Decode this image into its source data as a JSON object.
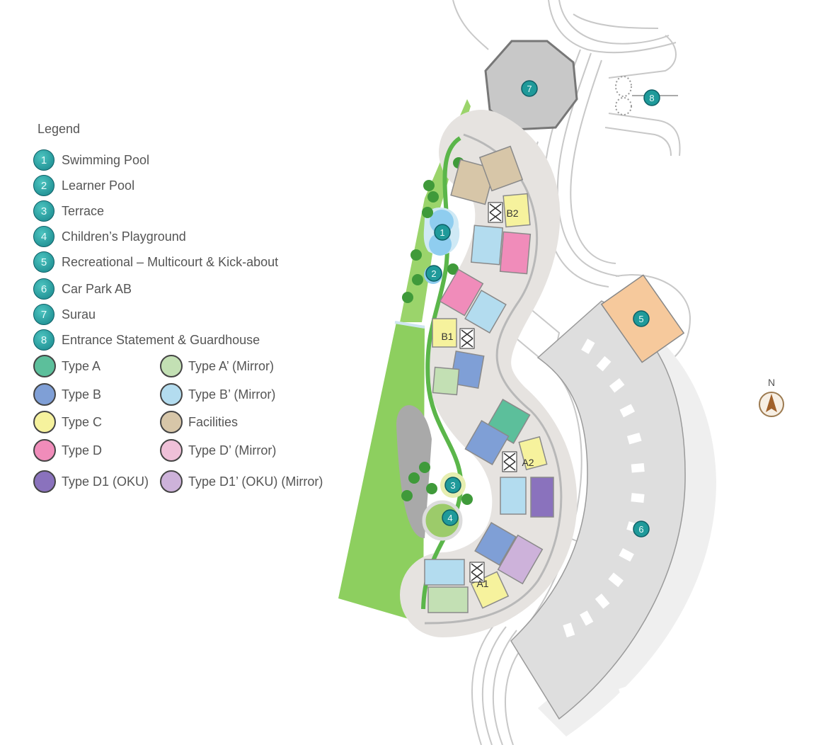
{
  "legend": {
    "title": "Legend",
    "facilities": [
      {
        "num": "1",
        "label": "Swimming Pool"
      },
      {
        "num": "2",
        "label": "Learner Pool"
      },
      {
        "num": "3",
        "label": "Terrace"
      },
      {
        "num": "4",
        "label": "Children’s Playground"
      },
      {
        "num": "5",
        "label": "Recreational – Multicourt & Kick-about"
      },
      {
        "num": "6",
        "label": "Car Park AB"
      },
      {
        "num": "7",
        "label": "Surau"
      },
      {
        "num": "8",
        "label": "Entrance Statement & Guardhouse"
      }
    ],
    "unit_types": [
      {
        "label": "Type A",
        "color": "#5cbf9b"
      },
      {
        "label": "Type A’ (Mirror)",
        "color": "#c3e0b4"
      },
      {
        "label": "Type B",
        "color": "#7f9fd6"
      },
      {
        "label": "Type B’ (Mirror)",
        "color": "#b3dcef"
      },
      {
        "label": "Type C",
        "color": "#f6f29d"
      },
      {
        "label": "Facilities",
        "color": "#d7c6a8"
      },
      {
        "label": "Type D",
        "color": "#f08cba"
      },
      {
        "label": "Type D’ (Mirror)",
        "color": "#efc0d8"
      },
      {
        "label": "Type D1 (OKU)",
        "color": "#8a72bd"
      },
      {
        "label": "Type D1’ (OKU) (Mirror)",
        "color": "#cdb2da"
      }
    ]
  },
  "map": {
    "blocks": [
      "B2",
      "B1",
      "A2",
      "A1"
    ],
    "markers": [
      "1",
      "2",
      "3",
      "4",
      "5",
      "6",
      "7",
      "8"
    ],
    "compass": "N",
    "colors": {
      "marker": "#1f9a9a",
      "green": "#8dcf5f",
      "carpark": "#dedede",
      "court": "#f6c99c",
      "surau": "#c8c8c8"
    }
  }
}
